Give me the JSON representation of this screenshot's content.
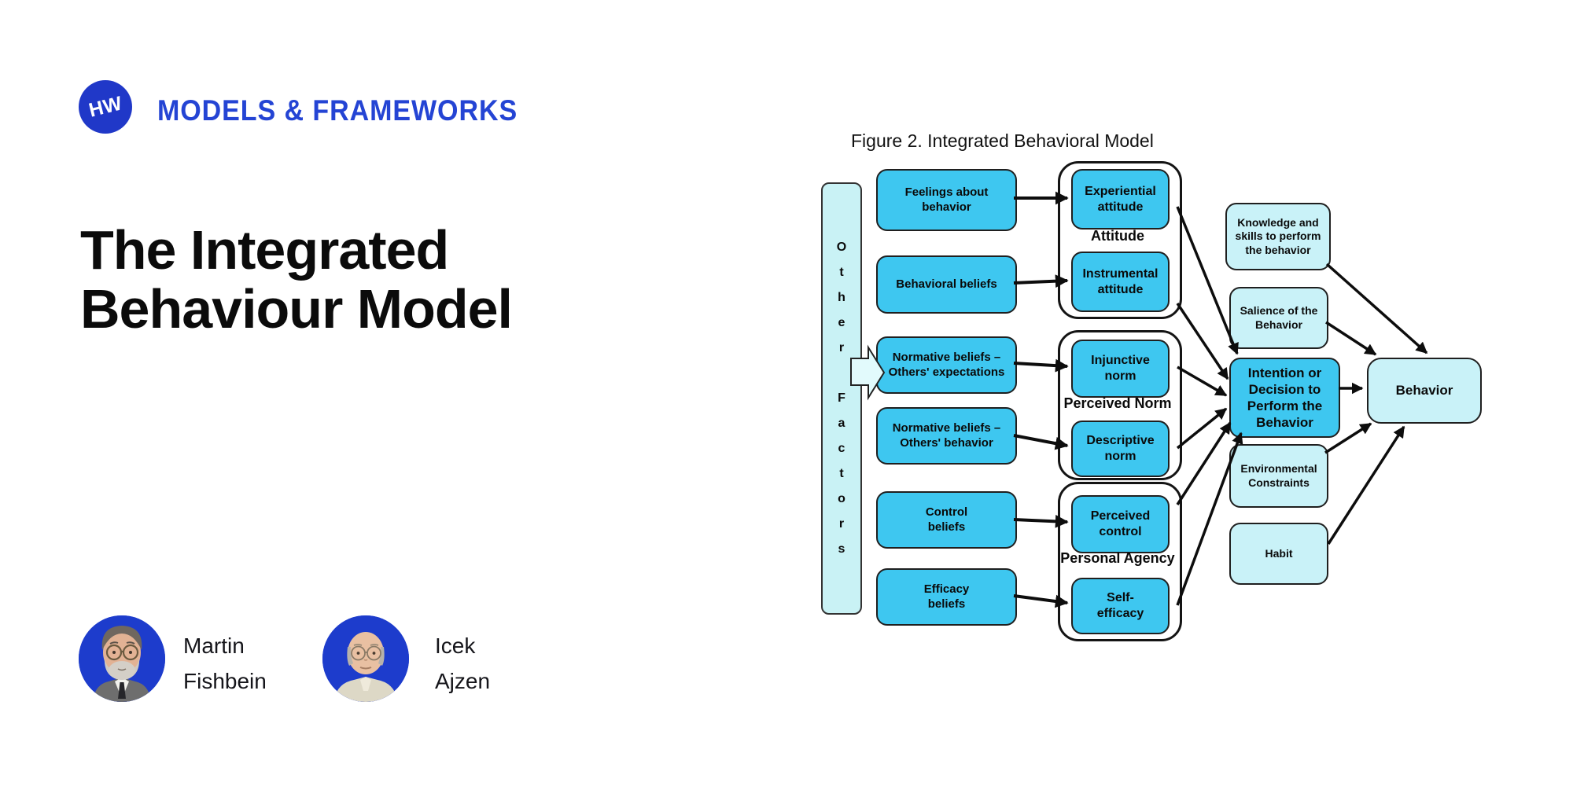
{
  "brand": {
    "logo_text": "HW",
    "label": "MODELS & FRAMEWORKS"
  },
  "title": "The Integrated\nBehaviour Model",
  "authors": [
    {
      "name": "Martin\nFishbein"
    },
    {
      "name": "Icek\nAjzen"
    }
  ],
  "figure": {
    "caption": "Figure 2.  Integrated Behavioral Model",
    "other_factors_stacked": "O\nt\nh\ne\nr\n\nF\na\nc\nt\no\nr\ns",
    "left_boxes": [
      "Feelings about\nbehavior",
      "Behavioral beliefs",
      "Normative beliefs –\nOthers' expectations",
      "Normative beliefs –\nOthers' behavior",
      "Control\nbeliefs",
      "Efficacy\nbeliefs"
    ],
    "groups": [
      {
        "label": "Attitude",
        "boxes": [
          "Experiential\nattitude",
          "Instrumental\nattitude"
        ]
      },
      {
        "label": "Perceived Norm",
        "boxes": [
          "Injunctive\nnorm",
          "Descriptive\nnorm"
        ]
      },
      {
        "label": "Personal Agency",
        "boxes": [
          "Perceived\ncontrol",
          "Self-\nefficacy"
        ]
      }
    ],
    "moderators": [
      "Knowledge and\nskills to perform\nthe behavior",
      "Salience of the\nBehavior",
      "Environmental\nConstraints",
      "Habit"
    ],
    "intention": "Intention or\nDecision to\nPerform the\nBehavior",
    "behavior": "Behavior"
  },
  "colors": {
    "accent_blue": "#2444d4",
    "logo_blue": "#2038c8",
    "avatar_blue": "#1d3ccc",
    "node_blue": "#3ec7f0",
    "node_light_cyan": "#c9f2f8",
    "node_border": "#1f1f1f",
    "title_black": "#0b0b0b"
  }
}
